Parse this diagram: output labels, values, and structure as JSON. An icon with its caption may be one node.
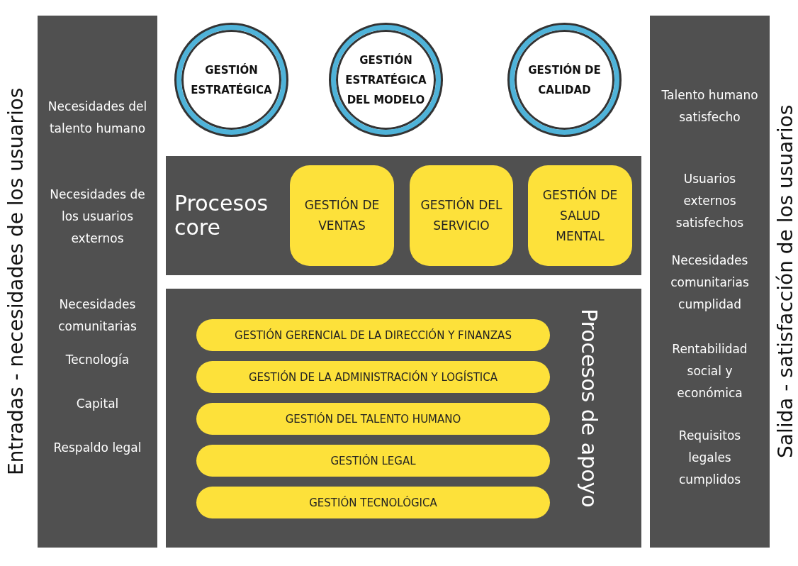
{
  "diagram": {
    "nodes": [
      {
        "text": [
          "Entradas - necesidades de los usuarios",
          "Necesidades del talento humano",
          "Necesidades de los usuarios externos",
          "Necesidades comunitarias",
          "Tecnología",
          "Capital",
          "Respaldo legal"
        ]
      },
      {
        "text": [
          "GESTIÓN ESTRATÉGICA"
        ]
      },
      {
        "text": [
          "GESTIÓN ESTRATÉGICA DEL MODELO"
        ]
      },
      {
        "text": [
          "GESTIÓN DE CALIDAD"
        ]
      },
      {
        "text": [
          "Procesos core"
        ]
      },
      {
        "text": [
          "GESTIÓN DE VENTAS"
        ],
        "in": 4
      },
      {
        "text": [
          "GESTIÓN DEL SERVICIO"
        ],
        "in": 4
      },
      {
        "text": [
          "GESTIÓN DE SALUD MENTAL"
        ],
        "in": 4
      },
      {
        "text": [
          "Procesos de apoyo"
        ]
      },
      {
        "text": [
          "GESTIÓN GERENCIAL DE LA DIRECCIÓN Y FINANZAS"
        ],
        "in": 8
      },
      {
        "text": [
          "GESTIÓN DE LA ADMINISTRACIÓN Y LOGÍSTICA"
        ],
        "in": 8
      },
      {
        "text": [
          "GESTIÓN DEL TALENTO HUMANO"
        ],
        "in": 8
      },
      {
        "text": [
          "GESTIÓN LEGAL"
        ],
        "in": 8
      },
      {
        "text": [
          "GESTIÓN TECNOLÓGICA"
        ],
        "in": 8
      },
      {
        "text": [
          "Salida - satisfacción de los usuarios",
          "Talento humano satisfecho",
          "Usuarios externos satisfechos",
          "Necesidades comunitarias cumplidad",
          "Rentabilidad social y económica",
          "Requisitos legales cumplidos"
        ]
      }
    ],
    "edges": []
  }
}
